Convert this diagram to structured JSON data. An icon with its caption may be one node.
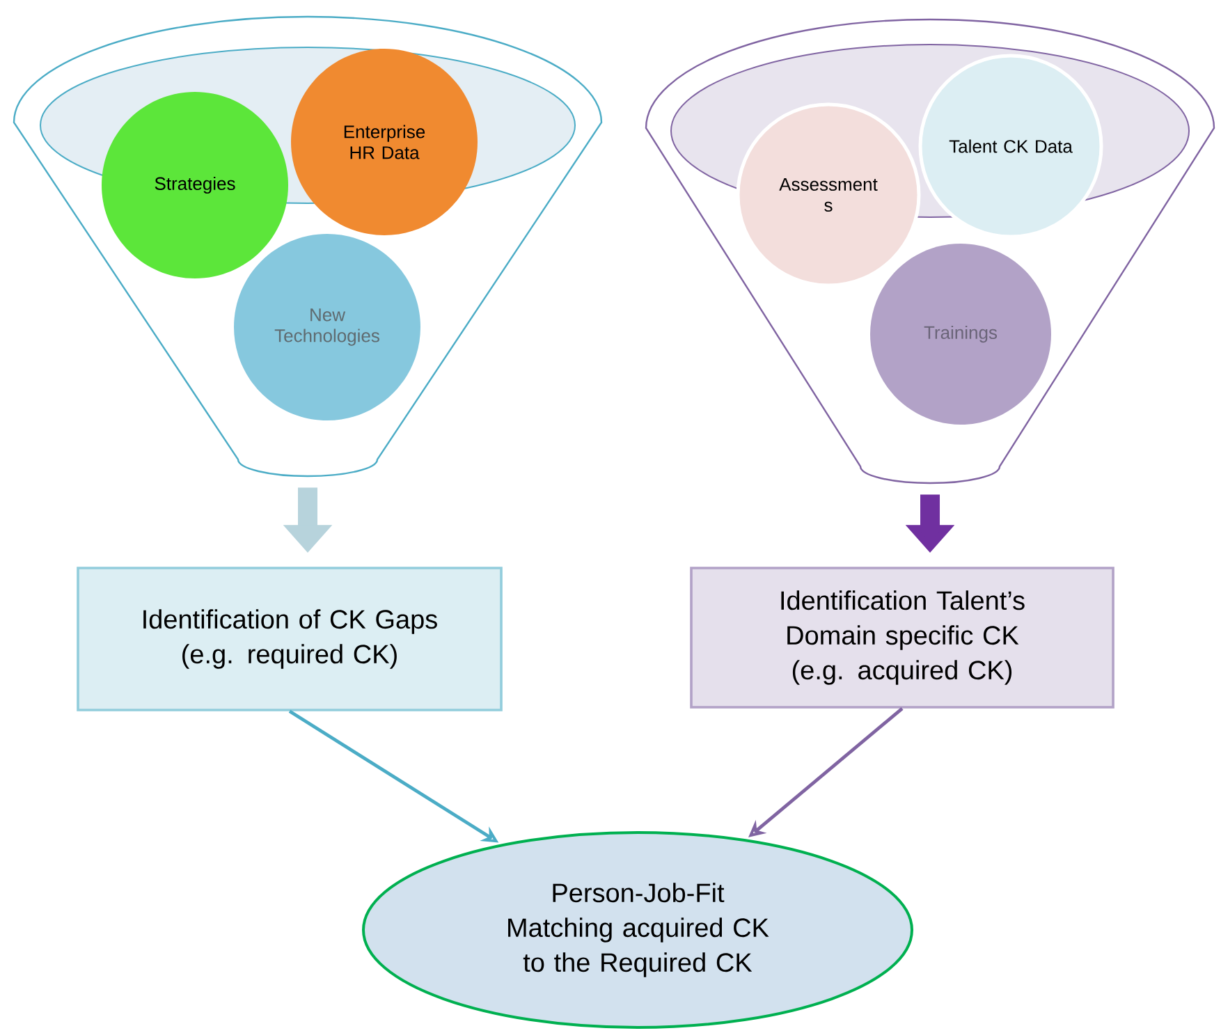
{
  "diagram": {
    "nodes": [
      {
        "text": [],
        "shape": "funnel"
      },
      {
        "text": [
          "Strategies"
        ],
        "in": 0
      },
      {
        "text": [
          "Enterprise HR Data"
        ],
        "in": 0
      },
      {
        "text": [
          "New Technologies"
        ],
        "in": 0
      },
      {
        "text": [],
        "shape": "funnel"
      },
      {
        "text": [
          "Assessment s"
        ],
        "in": 4
      },
      {
        "text": [
          "Talent CK Data"
        ],
        "in": 4
      },
      {
        "text": [
          "Trainings"
        ],
        "in": 4
      },
      {
        "text": [
          "Identification of CK Gaps",
          "(e.g. required CK)"
        ]
      },
      {
        "text": [
          "Identification Talent’s Domain specific CK",
          "(e.g. acquired CK)"
        ]
      },
      {
        "text": [
          "Person-Job-Fit",
          "Matching acquired CK to the Required CK"
        ]
      }
    ],
    "edges": [
      {
        "from": 0,
        "to": 8,
        "arrow": "to",
        "style": "thick",
        "color": "#b7d3dc"
      },
      {
        "from": 4,
        "to": 9,
        "arrow": "to",
        "style": "thick",
        "color": "#7030a0"
      },
      {
        "from": 8,
        "to": 10,
        "arrow": "to",
        "color": "#4bacc6"
      },
      {
        "from": 9,
        "to": 10,
        "arrow": "to",
        "color": "#8064a2"
      }
    ]
  }
}
